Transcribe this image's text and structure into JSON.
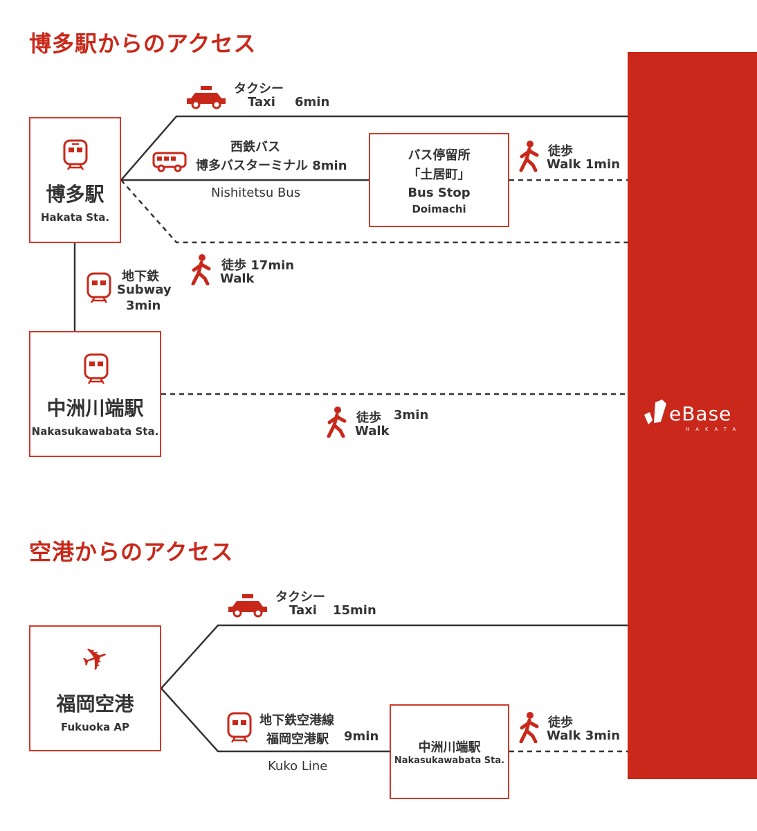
{
  "hakata_section": {
    "title": "博多駅からのアクセス",
    "hakata_station": {
      "ja": "博多駅",
      "en": "Hakata Sta."
    },
    "taxi": {
      "ja": "タクシー",
      "en": "Taxi",
      "time": "6min"
    },
    "bus": {
      "ja1": "西鉄バス",
      "ja2": "博多バスターミナル 8min",
      "en": "Nishitetsu Bus"
    },
    "bus_stop": {
      "ja1": "バス停留所",
      "ja2": "「土居町」",
      "en1": "Bus Stop",
      "en2": "Doimachi"
    },
    "bus_stop_walk": {
      "ja": "徒歩",
      "en": "Walk 1min"
    },
    "walk": {
      "ja": "徒歩 17min",
      "en": "Walk"
    },
    "subway": {
      "ja": "地下鉄",
      "en": "Subway",
      "time": "3min"
    },
    "nakasu_station": {
      "ja": "中洲川端駅",
      "en": "Nakasukawabata Sta."
    },
    "nakasu_walk": {
      "ja": "徒歩",
      "time": "3min",
      "en": "Walk"
    }
  },
  "airport_section": {
    "title": "空港からのアクセス",
    "airport": {
      "ja": "福岡空港",
      "en": "Fukuoka AP"
    },
    "taxi": {
      "ja": "タクシー",
      "en": "Taxi",
      "time": "15min"
    },
    "subway": {
      "ja1": "地下鉄空港線",
      "ja2": "福岡空港駅",
      "time": "9min",
      "en": "Kuko Line"
    },
    "nakasu_station": {
      "ja": "中洲川端駅",
      "en": "Nakasukawabata Sta."
    },
    "walk": {
      "ja": "徒歩",
      "en": "Walk 3min"
    }
  },
  "destination": {
    "logo": "WeBase",
    "logo_sub": "HAKATA"
  },
  "colors": {
    "accent": "#c8281a",
    "line": "#333333"
  }
}
